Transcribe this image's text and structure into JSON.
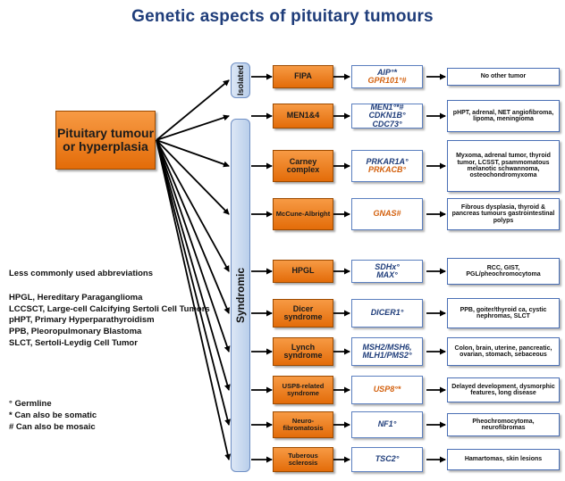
{
  "title": "Genetic aspects of pituitary tumours",
  "main_node": "Pituitary tumour or hyperplasia",
  "side_labels": {
    "isolated": "Isolated",
    "syndromic": "Syndromic"
  },
  "rows": [
    {
      "syndrome": "FIPA",
      "genes": [
        "AIP°*",
        "GPR101°#"
      ],
      "gene_colors": [
        "blue",
        "orange"
      ],
      "phenotype": "No other tumor"
    },
    {
      "syndrome": "MEN1&4",
      "genes": [
        "MEN1°*#",
        "CDKN1B°",
        "CDC73°"
      ],
      "gene_colors": [
        "blue",
        "blue",
        "blue"
      ],
      "phenotype": "pHPT, adrenal, NET angiofibroma, lipoma, meningioma"
    },
    {
      "syndrome": "Carney complex",
      "genes": [
        "PRKAR1A°",
        "PRKACB°"
      ],
      "gene_colors": [
        "blue",
        "orange"
      ],
      "phenotype": "Myxoma, adrenal tumor, thyroid tumor, LCSST, psammomatous melanotic schwannoma, osteochondromyxoma"
    },
    {
      "syndrome": "McCune-Albright",
      "genes": [
        "GNAS#"
      ],
      "gene_colors": [
        "orange"
      ],
      "phenotype": "Fibrous dysplasia, thyroid & pancreas tumours gastrointestinal polyps"
    },
    {
      "syndrome": "HPGL",
      "genes": [
        "SDHx°",
        "MAX°"
      ],
      "gene_colors": [
        "blue",
        "blue"
      ],
      "phenotype": "RCC, GIST, PGL/pheochromocytoma"
    },
    {
      "syndrome": "Dicer syndrome",
      "genes": [
        "DICER1°"
      ],
      "gene_colors": [
        "blue"
      ],
      "phenotype": "PPB, goiter/thyroid ca, cystic nephromas, SLCT"
    },
    {
      "syndrome": "Lynch syndrome",
      "genes": [
        "MSH2/MSH6,",
        "MLH1/PMS2°"
      ],
      "gene_colors": [
        "blue",
        "blue"
      ],
      "phenotype": "Colon, brain, uterine, pancreatic, ovarian, stomach, sebaceous"
    },
    {
      "syndrome": "USP8-related syndrome",
      "genes": [
        "USP8°*"
      ],
      "gene_colors": [
        "orange"
      ],
      "phenotype": "Delayed development, dysmorphic features, long disease"
    },
    {
      "syndrome": "Neuro-fibromatosis",
      "genes": [
        "NF1°"
      ],
      "gene_colors": [
        "blue"
      ],
      "phenotype": "Pheochromocytoma, neurofibromas"
    },
    {
      "syndrome": "Tuberous sclerosis",
      "genes": [
        "TSC2°"
      ],
      "gene_colors": [
        "blue"
      ],
      "phenotype": "Hamartomas, skin lesions"
    }
  ],
  "abbreviations": {
    "heading": "Less commonly used abbreviations",
    "items": [
      "HPGL, Hereditary Paraganglioma",
      "LCCSCT, Large-cell Calcifying Sertoli Cell Tumors",
      "pHPT, Primary Hyperparathyroidism",
      "PPB, Pleoropulmonary Blastoma",
      "SLCT, Sertoli-Leydig Cell Tumor"
    ]
  },
  "footnotes": [
    "° Germline",
    "* Can also be somatic",
    "# Can also be mosaic"
  ],
  "colors": {
    "orange": "#E36C09",
    "title_blue": "#1F3D7A",
    "box_border": "#4A6FB5"
  }
}
